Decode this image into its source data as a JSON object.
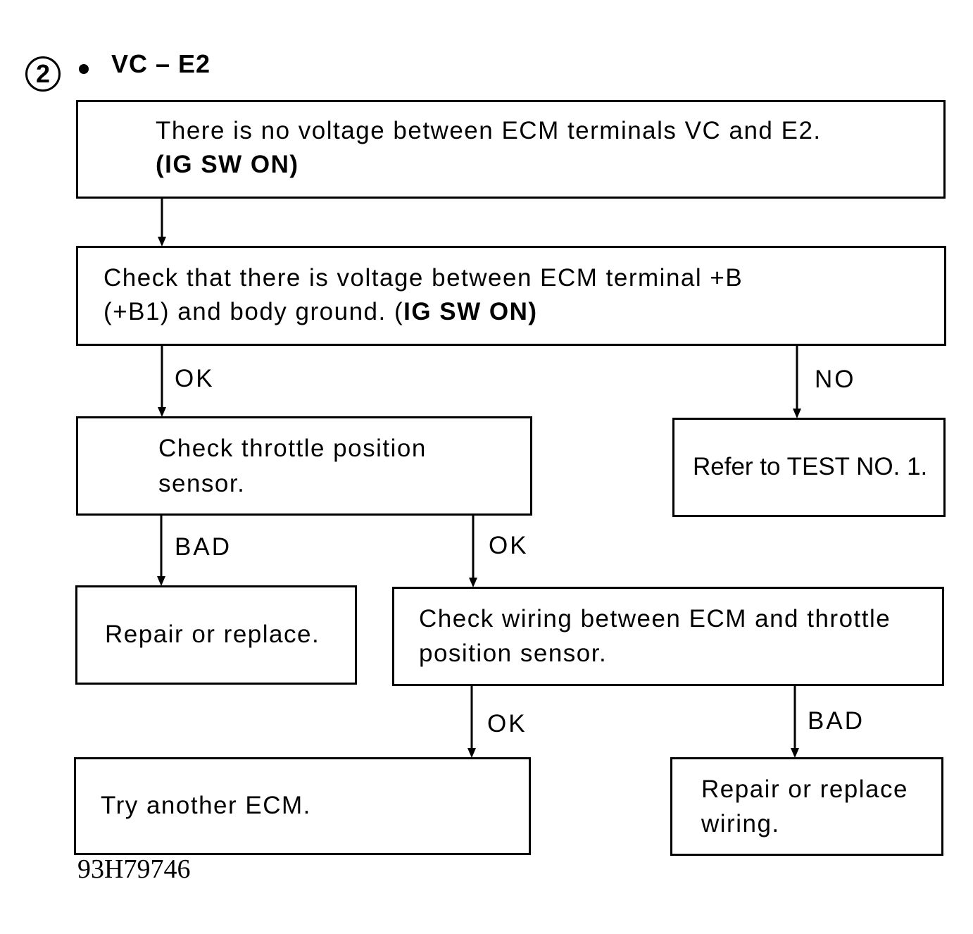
{
  "header": {
    "step_number": "2",
    "title": "VC – E2"
  },
  "nodes": {
    "start": {
      "line1": "There is no voltage between ECM terminals VC and E2.",
      "line2": "(IG SW ON)"
    },
    "check_voltage": {
      "line1": "Check that there is voltage between ECM terminal +B",
      "line2_a": "(+B1) and body ground. (",
      "line2_b": "IG SW ON)"
    },
    "check_tps": {
      "line1": "Check throttle position",
      "line2": "sensor."
    },
    "refer": {
      "text": "Refer to TEST NO. 1."
    },
    "repair_replace": {
      "text": "Repair or replace."
    },
    "check_wiring": {
      "line1": "Check wiring between ECM and throttle",
      "line2": "position sensor."
    },
    "try_ecm": {
      "text": "Try another ECM."
    },
    "repair_wiring": {
      "line1": "Repair or replace",
      "line2": "wiring."
    }
  },
  "edges": {
    "voltage_ok": "OK",
    "voltage_no": "NO",
    "tps_bad": "BAD",
    "tps_ok": "OK",
    "wiring_ok": "OK",
    "wiring_bad": "BAD"
  },
  "figure_code": "93H79746"
}
